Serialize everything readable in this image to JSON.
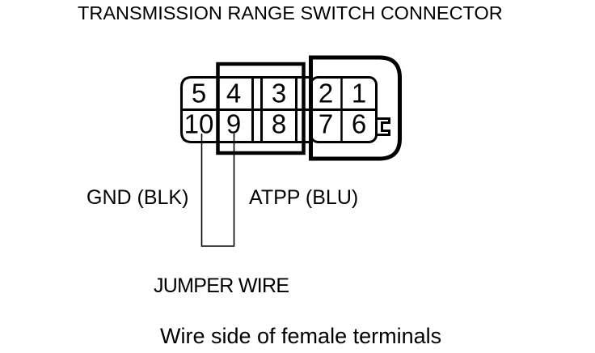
{
  "title": "TRANSMISSION RANGE SWITCH CONNECTOR",
  "connector": {
    "terminal_rows": [
      {
        "cells": [
          "5",
          "4",
          "3",
          "2",
          "1"
        ]
      },
      {
        "cells": [
          "10",
          "9",
          "8",
          "7",
          "6"
        ]
      }
    ]
  },
  "labels": {
    "gnd": "GND (BLK)",
    "atpp": "ATPP (BLU)",
    "jumper_wire": "JUMPER WIRE",
    "caption": "Wire side of female terminals"
  },
  "colors": {
    "line": "#000000",
    "background": "#ffffff"
  }
}
